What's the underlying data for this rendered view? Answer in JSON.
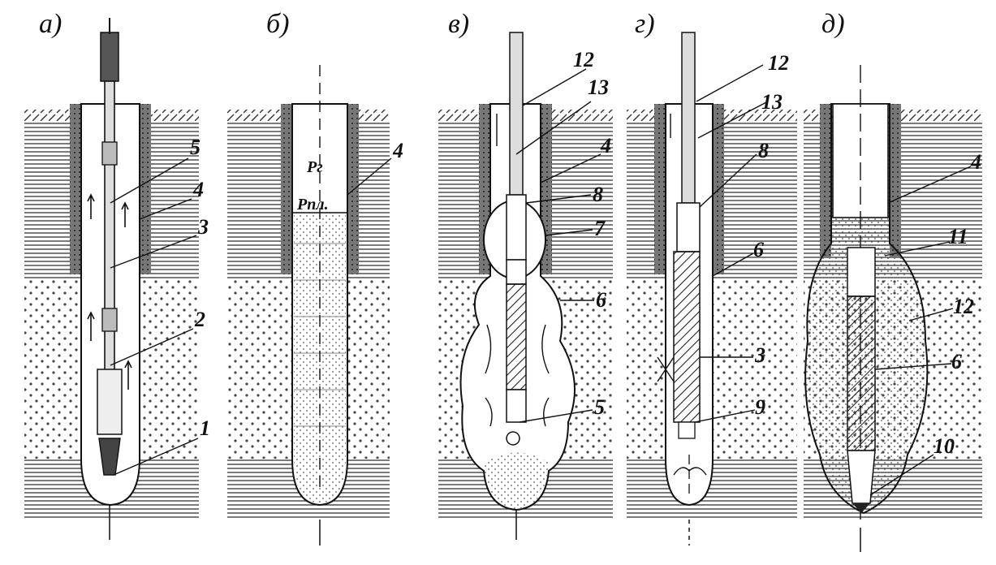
{
  "panels": [
    {
      "label": "а)",
      "callouts": [
        "5",
        "4",
        "3",
        "2",
        "1"
      ]
    },
    {
      "label": "б)",
      "callouts": [
        "4"
      ],
      "pressure_labels": [
        "Рг",
        "Рпл."
      ]
    },
    {
      "label": "в)",
      "callouts": [
        "12",
        "13",
        "4",
        "8",
        "7",
        "6",
        "5"
      ]
    },
    {
      "label": "г)",
      "callouts": [
        "12",
        "13",
        "8",
        "6",
        "3",
        "9"
      ]
    },
    {
      "label": "д)",
      "callouts": [
        "4",
        "11",
        "12",
        "6",
        "10"
      ]
    }
  ],
  "colors": {
    "ink": "#1a1a1a",
    "background": "#ffffff"
  }
}
